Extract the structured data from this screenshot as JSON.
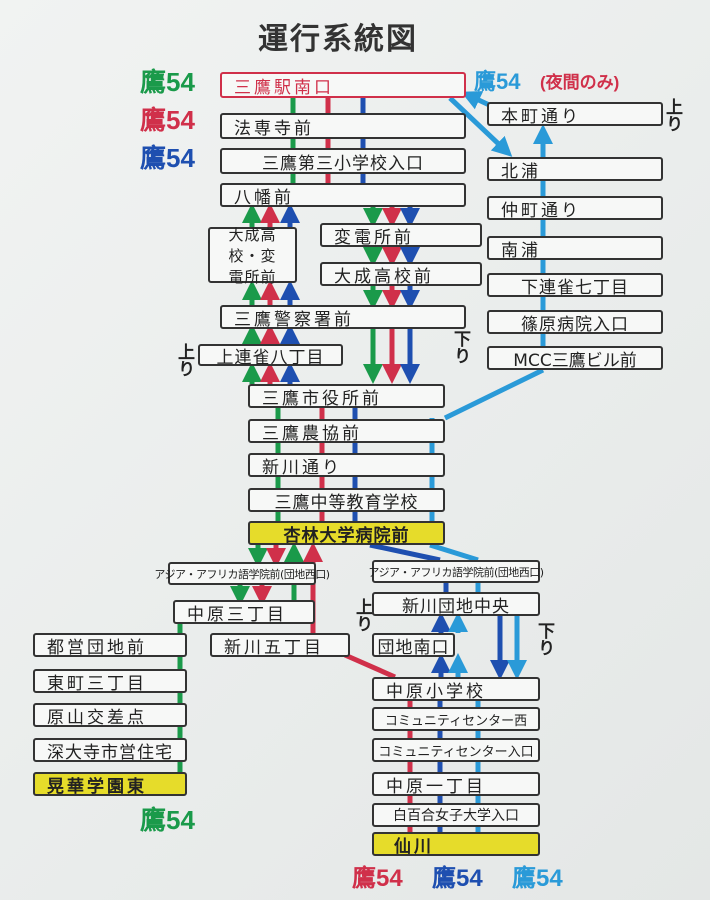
{
  "title": "運行系統図",
  "colors": {
    "green": "#1a9a4a",
    "red": "#d0304a",
    "blue": "#1e4fb0",
    "light_blue": "#2a9ad8",
    "terminal": "#e6dc2a"
  },
  "routes": {
    "green": "鷹54",
    "red": "鷹54",
    "blue": "鷹54",
    "light_blue": "鷹54",
    "light_blue_note": "(夜間のみ)"
  },
  "directions": {
    "up": "上り",
    "down": "下り"
  },
  "main_stops": [
    "三鷹駅南口",
    "法専寺前",
    "三鷹第三小学校入口",
    "八幡前",
    "大成高校・変電所前",
    "変電所前",
    "大成高校前",
    "三鷹警察署前",
    "上連雀八丁目",
    "三鷹市役所前",
    "三鷹農協前",
    "新川通り",
    "三鷹中等教育学校",
    "杏林大学病院前"
  ],
  "right_stops": [
    "本町通り",
    "北浦",
    "仲町通り",
    "南浦",
    "下連雀七丁目",
    "篠原病院入口",
    "MCC三鷹ビル前"
  ],
  "left_branch": [
    "アジア・アフリカ語学院前(団地西口)",
    "中原三丁目",
    "新川五丁目",
    "都営団地前",
    "東町三丁目",
    "原山交差点",
    "深大寺市営住宅",
    "晃華学園東"
  ],
  "right_branch": [
    "アジア・アフリカ語学院前(団地西口)",
    "新川団地中央",
    "団地南口",
    "中原小学校",
    "コミュニティセンター西",
    "コミュニティセンター入口",
    "中原一丁目",
    "白百合女子大学入口",
    "仙川"
  ]
}
